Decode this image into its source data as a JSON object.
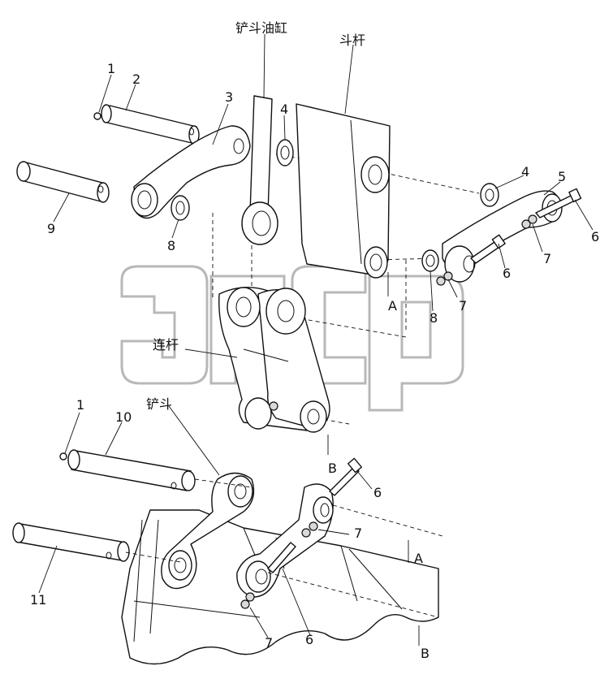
{
  "labels": {
    "bucket_cylinder": "铲斗油缸",
    "stick": "斗杆",
    "link": "连杆",
    "bucket": "铲斗"
  },
  "callouts": {
    "n1a": "1",
    "n2": "2",
    "n3": "3",
    "n4a": "4",
    "n4b": "4",
    "n5": "5",
    "n6a": "6",
    "n6b": "6",
    "n7a": "7",
    "n7b": "7",
    "n8a": "8",
    "n8b": "8",
    "n9": "9",
    "n1b": "1",
    "n10": "10",
    "n11": "11",
    "n6c": "6",
    "n7c": "7",
    "n7d": "7",
    "n6d": "6"
  },
  "section_marks": {
    "a1": "A",
    "b1": "B",
    "a2": "A",
    "b2": "B"
  }
}
